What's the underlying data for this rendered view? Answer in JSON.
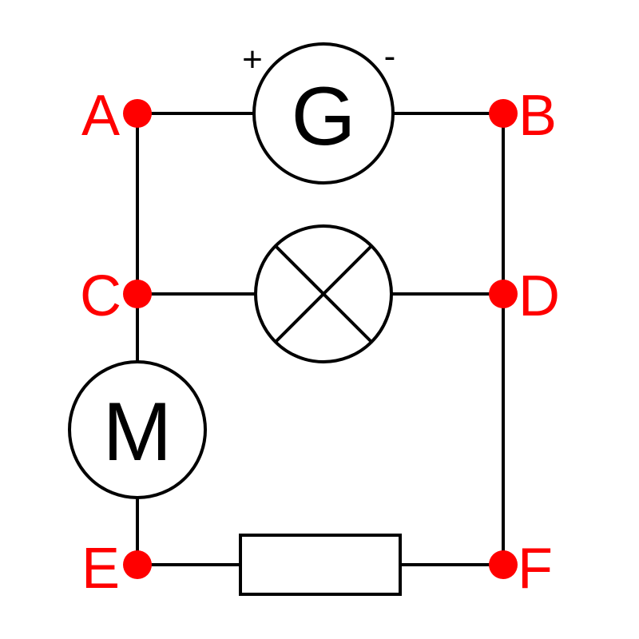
{
  "colors": {
    "node": "#ff0000",
    "wire": "#000000",
    "background": "#ffffff"
  },
  "nodes": {
    "A": "A",
    "B": "B",
    "C": "C",
    "D": "D",
    "E": "E",
    "F": "F"
  },
  "components": {
    "generator": {
      "symbol": "G",
      "positive": "+",
      "negative": "-"
    },
    "lamp": {
      "icon": "lamp-cross-icon"
    },
    "motor": {
      "symbol": "M"
    },
    "resistor": {
      "icon": "resistor-rectangle-icon"
    }
  }
}
